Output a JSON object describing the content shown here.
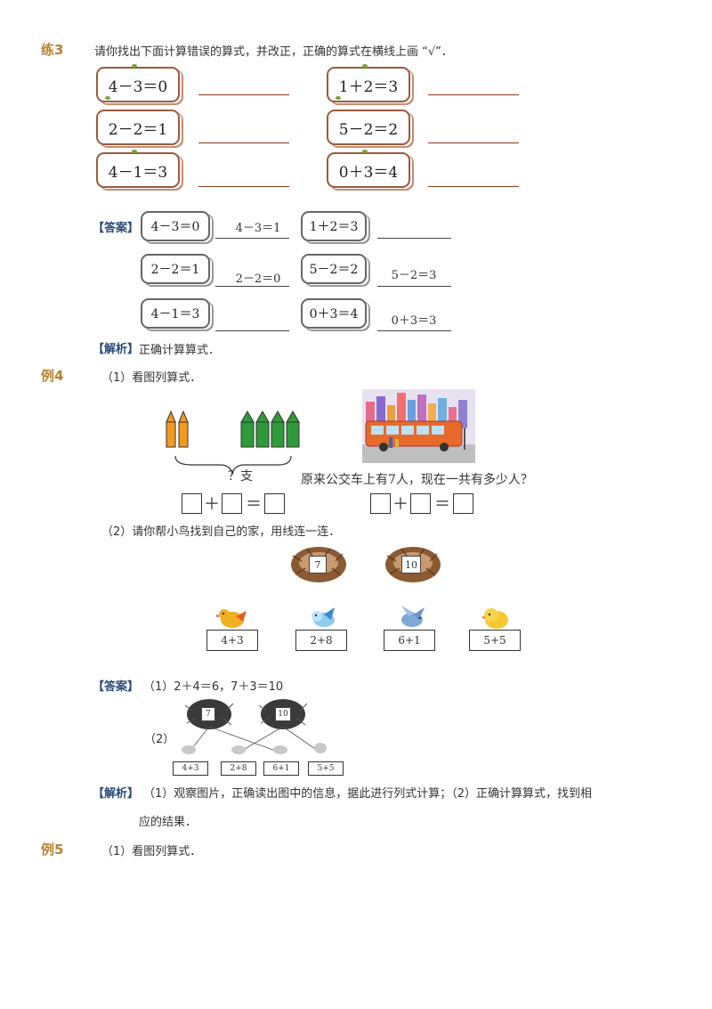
{
  "ex3": {
    "tag": "练3",
    "instruction": "请你找出下面计算错误的算式，并改正，正确的算式在横线上画 “√”．",
    "items": [
      "4－3＝0",
      "1＋2＝3",
      "2－2＝1",
      "5－2＝2",
      "4－1＝3",
      "0＋3＝4"
    ],
    "answer_tag": "【答案】",
    "answer_values": [
      "4－3＝1",
      "",
      "2－2＝0",
      "5－2＝3",
      "",
      "0＋3＝3"
    ],
    "analysis_tag": "【解析】",
    "analysis": "正确计算算式．"
  },
  "ex4": {
    "tag": "例4",
    "part1": "（1）看图列算式．",
    "brace_label": "？支",
    "bus_question": "原来公交车上有7人，现在一共有多少人？",
    "plus": "＋",
    "equals": "＝",
    "part2": "（2）请你帮小鸟找到自己的家，用线连一连．",
    "nests": [
      "7",
      "10"
    ],
    "cards": [
      "4+3",
      "2+8",
      "6+1",
      "5+5"
    ],
    "answer_tag": "【答案】",
    "answer1": "（1）2＋4＝6，7＋3＝10",
    "answer2_label": "（2）",
    "analysis_tag": "【解析】",
    "analysis_line1": "（1）观察图片，正确读出图中的信息，据此进行列式计算；（2）正确计算算式，找到相",
    "analysis_line2": "应的结果．"
  },
  "ex5": {
    "tag": "例5",
    "part1": "（1）看图列算式．"
  },
  "colors": {
    "tag": "#b5822e",
    "answer_tag": "#2b4a7a",
    "frame": "#9a5b3c",
    "pencil_orange": "#f39a1e",
    "pencil_green": "#2f9a3a"
  },
  "icons": [
    "pencil-icon",
    "bus-scene-image",
    "bird-nest-icon",
    "bird-icon"
  ]
}
